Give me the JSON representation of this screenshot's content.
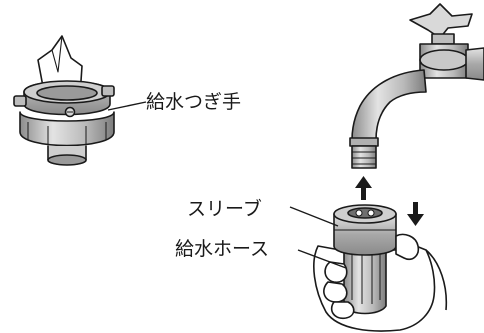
{
  "labels": {
    "faucet_fitting": "給水つぎ手",
    "sleeve": "スリーブ",
    "supply_hose": "給水ホース"
  },
  "colors": {
    "outline": "#1a1a1a",
    "metal_dark": "#8c8c8c",
    "metal_mid": "#b9b9b9",
    "metal_light": "#e3e3e3",
    "paper": "#ffffff",
    "skin": "#ffffff"
  },
  "icons": {
    "push_up_arrow": "arrow-up-icon",
    "slide_down_arrow": "arrow-down-icon"
  }
}
